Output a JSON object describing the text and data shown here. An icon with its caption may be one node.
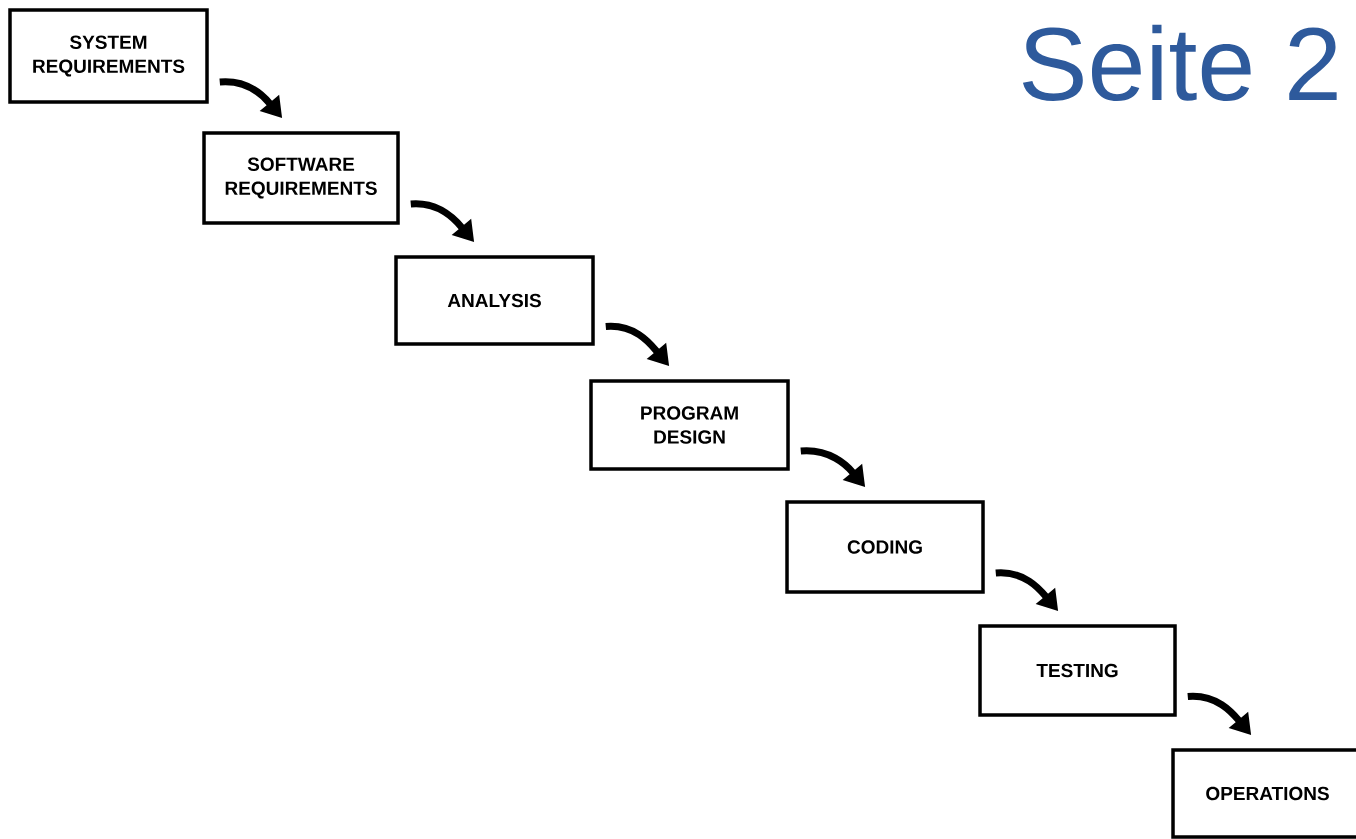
{
  "diagram": {
    "title": "Seite 2",
    "nodes": [
      {
        "text": [
          "SYSTEM REQUIREMENTS"
        ]
      },
      {
        "text": [
          "SOFTWARE REQUIREMENTS"
        ]
      },
      {
        "text": [
          "ANALYSIS"
        ]
      },
      {
        "text": [
          "PROGRAM DESIGN"
        ]
      },
      {
        "text": [
          "CODING"
        ]
      },
      {
        "text": [
          "TESTING"
        ]
      },
      {
        "text": [
          "OPERATIONS"
        ]
      }
    ],
    "edges": [
      {
        "from": 0,
        "to": 1,
        "arrow": "to"
      },
      {
        "from": 1,
        "to": 2,
        "arrow": "to"
      },
      {
        "from": 2,
        "to": 3,
        "arrow": "to"
      },
      {
        "from": 3,
        "to": 4,
        "arrow": "to"
      },
      {
        "from": 4,
        "to": 5,
        "arrow": "to"
      },
      {
        "from": 5,
        "to": 6,
        "arrow": "to"
      }
    ]
  }
}
